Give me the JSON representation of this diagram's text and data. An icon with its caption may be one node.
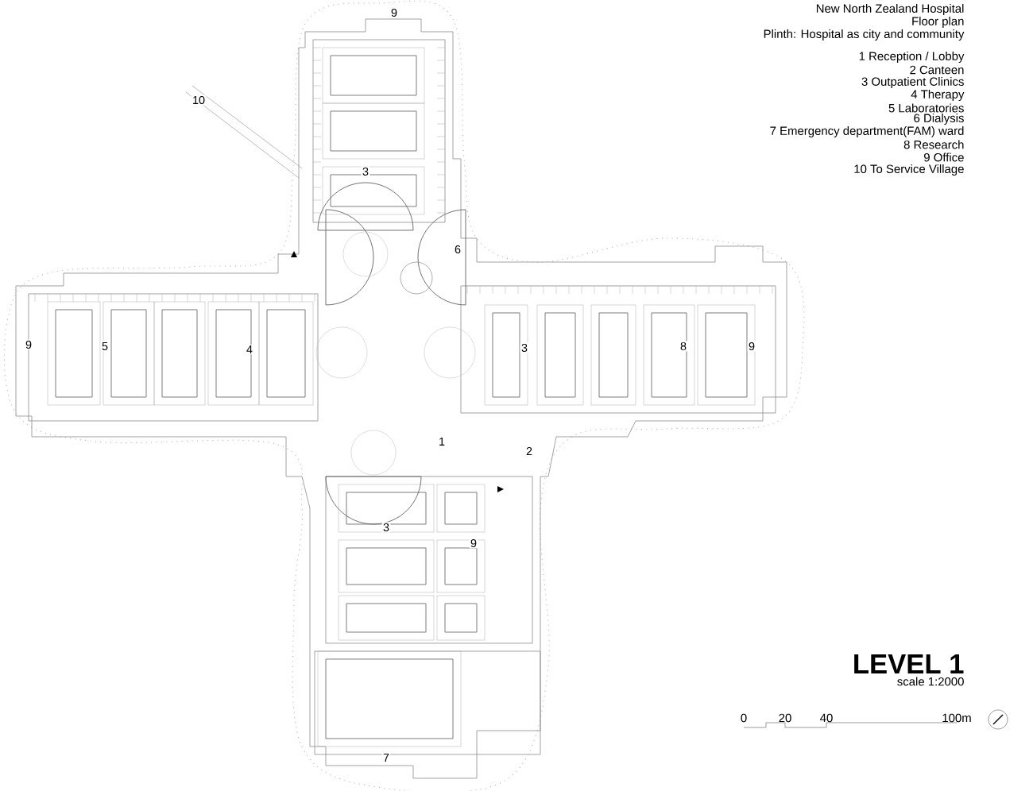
{
  "diagram": {
    "labels": [
      "New North Zealand Hospital",
      "Floor plan",
      "Plinth: Hospital as city and community",
      "1 Reception / Lobby",
      "2 Canteen",
      "3 Outpatient Clinics",
      "4 Therapy",
      "5 Laboratories",
      "6 Dialysis",
      "7 Emergency department(FAM) ward",
      "8 Research",
      "9 Office",
      "10 To Service Village",
      "9",
      "10",
      "3",
      "6",
      "9",
      "5",
      "4",
      "3",
      "8",
      "9",
      "1",
      "2",
      "3",
      "9",
      "7",
      "LEVEL 1",
      "scale 1:2000",
      "0",
      "20",
      "40",
      "100m"
    ]
  }
}
